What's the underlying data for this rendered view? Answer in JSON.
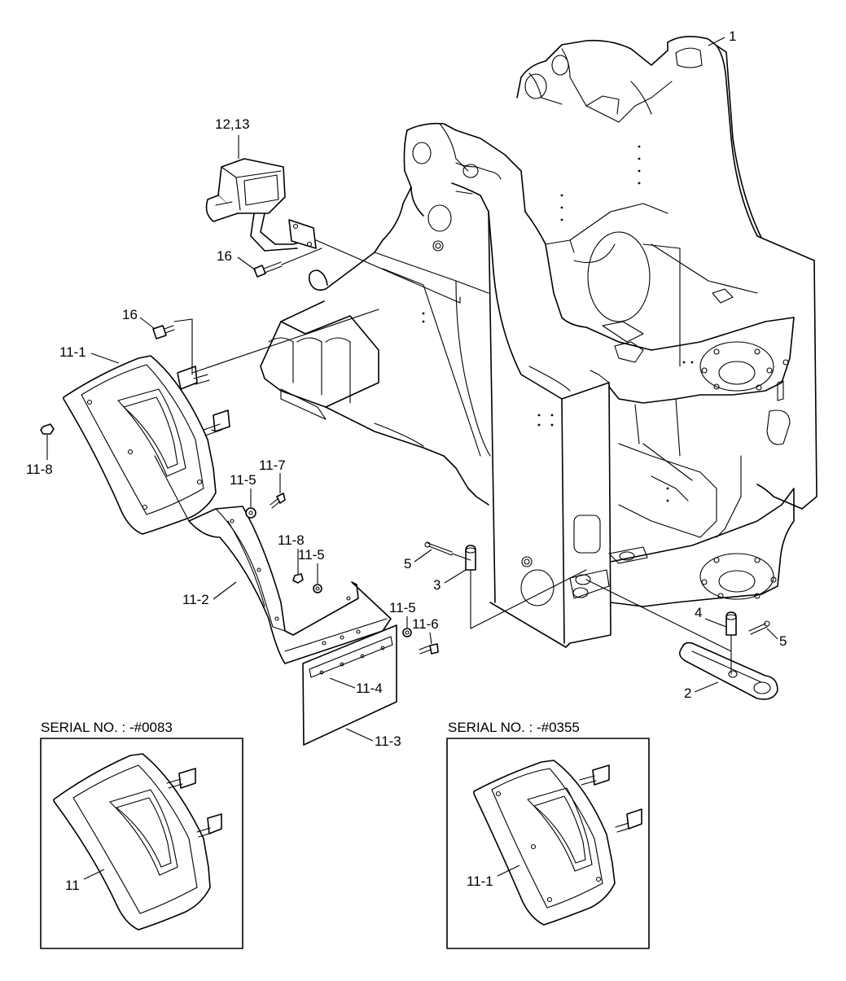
{
  "callouts": {
    "c1": "1",
    "c2": "2",
    "c3": "3",
    "c4": "4",
    "c5a": "5",
    "c5b": "5",
    "c11_1": "11-1",
    "c11_2": "11-2",
    "c11_3": "11-3",
    "c11_4": "11-4",
    "c11_5a": "11-5",
    "c11_5b": "11-5",
    "c11_5c": "11-5",
    "c11_6": "11-6",
    "c11_7": "11-7",
    "c11_8a": "11-8",
    "c11_8b": "11-8",
    "c12_13": "12,13",
    "c16a": "16",
    "c16b": "16"
  },
  "inset_left": {
    "serial": "SERIAL NO. : -#0083",
    "callout": "11"
  },
  "inset_right": {
    "serial": "SERIAL NO. : -#0355",
    "callout": "11-1"
  }
}
